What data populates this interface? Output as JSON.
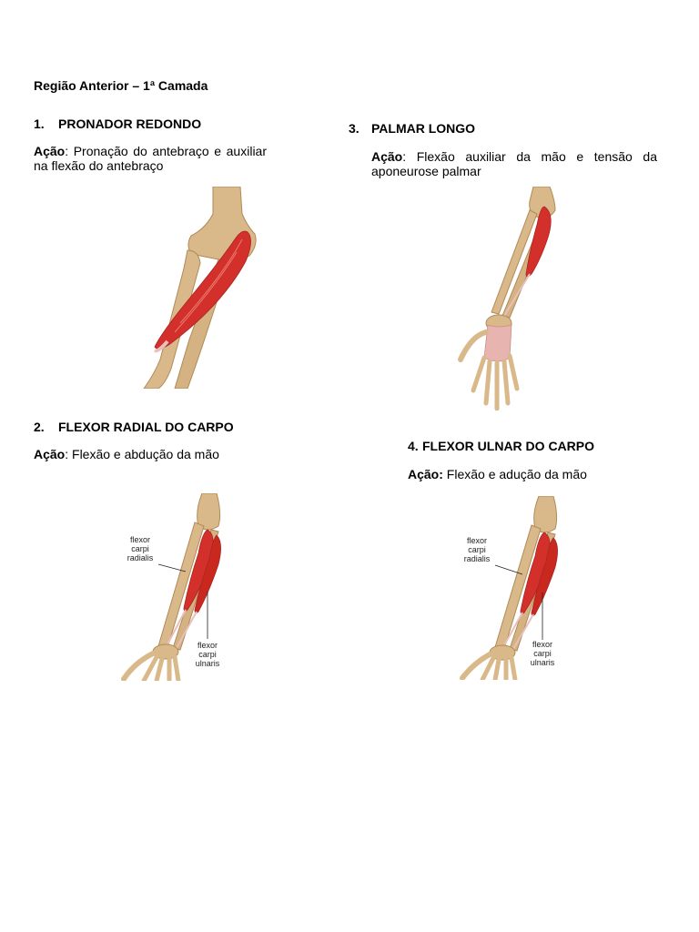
{
  "title": "Região Anterior  – 1ª Camada",
  "muscles": [
    {
      "number": "1.",
      "name": "PRONADOR REDONDO",
      "action_label": "Ação",
      "action_text": ": Pronação do antebraço e auxiliar na flexão do antebraço"
    },
    {
      "number": "3.",
      "name": "PALMAR LONGO",
      "action_label": "Ação",
      "action_text": ": Flexão auxiliar da mão e tensão da aponeurose palmar"
    },
    {
      "number": "2.",
      "name": "FLEXOR RADIAL DO CARPO",
      "action_label": "Ação",
      "action_text": ": Flexão e abdução da mão"
    },
    {
      "number": "4.",
      "name": "FLEXOR ULNAR DO CARPO",
      "action_label": "Ação:",
      "action_text": " Flexão e adução da mão"
    }
  ],
  "figure_labels": {
    "radialis": [
      "flexor",
      "carpi",
      "radialis"
    ],
    "ulnaris": [
      "flexor",
      "carpi",
      "ulnaris"
    ]
  },
  "colors": {
    "bone": "#d9b98a",
    "bone_dark": "#b08a57",
    "muscle": "#d4302b",
    "muscle_light": "#e87a6e",
    "tendon": "#e8c0bc"
  }
}
